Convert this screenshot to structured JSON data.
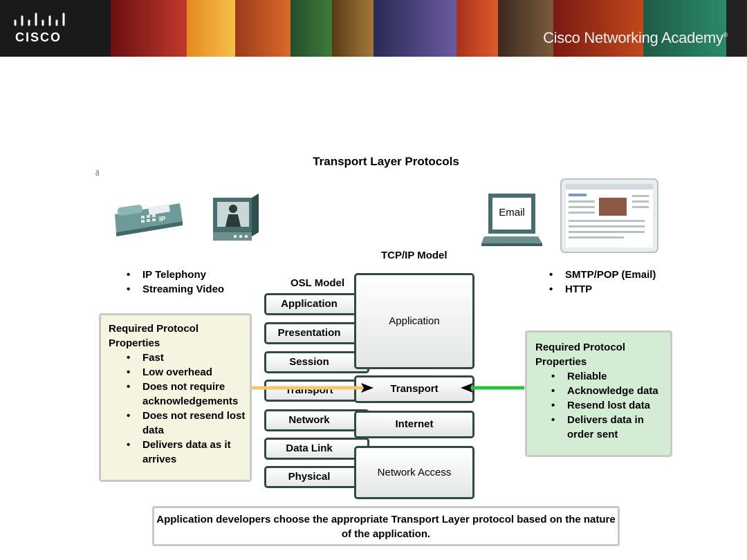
{
  "header": {
    "logo_text": "CISCO",
    "academy_text": "Cisco Networking Academy",
    "trademark": "®"
  },
  "title": "Transport Layer Protocols",
  "stray_mark": "ᵹ",
  "devices": {
    "phone_label": "IP",
    "email_label": "Email"
  },
  "left_apps": [
    "IP Telephony",
    "Streaming Video"
  ],
  "right_apps": [
    "SMTP/POP (Email)",
    "HTTP"
  ],
  "osi": {
    "heading": "OSL Model",
    "layers": [
      "Application",
      "Presentation",
      "Session",
      "Transport",
      "Network",
      "Data Link",
      "Physical"
    ]
  },
  "tcpip": {
    "heading": "TCP/IP Model",
    "layers": [
      "Application",
      "Transport",
      "Internet",
      "Network Access"
    ]
  },
  "udp_box": {
    "heading_line1": "Required Protocol",
    "heading_line2": "Properties",
    "items": [
      "Fast",
      "Low overhead",
      "Does not require acknowledgements",
      "Does not resend lost data",
      "Delivers data as it arrives"
    ]
  },
  "tcp_box": {
    "heading_line1": "Required Protocol",
    "heading_line2": "Properties",
    "items": [
      "Reliable",
      "Acknowledge data",
      "Resend lost data",
      "Delivers data in order sent"
    ]
  },
  "bottom_note": "Application developers choose the appropriate Transport Layer protocol based on the nature of the application.",
  "colors": {
    "udp_fill": "#f4f4e0",
    "tcp_fill": "#d4ecd4",
    "udp_arrow": "#f6c66a",
    "tcp_arrow": "#27c43a",
    "layer_border": "#2f4a42"
  }
}
